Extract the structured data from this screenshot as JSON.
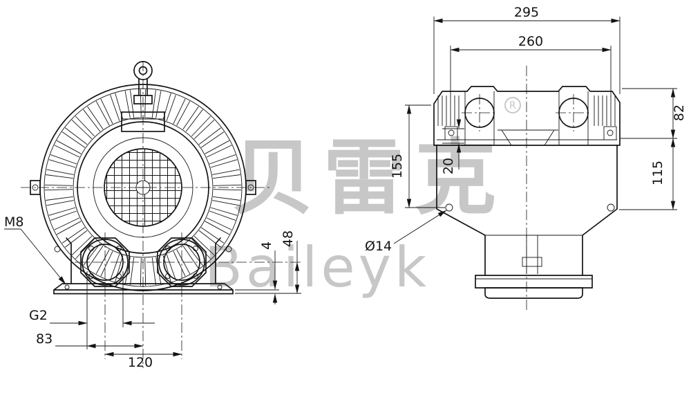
{
  "watermark": {
    "cjk": "贝雷克",
    "latin": "Baileyk",
    "registered": "R"
  },
  "dimensions": {
    "m8": "M8",
    "g2": "G2",
    "d83": "83",
    "d120": "120",
    "d48": "48",
    "d4": "4",
    "d295": "295",
    "d260": "260",
    "d82": "82",
    "d115": "115",
    "d155": "155",
    "d20": "20",
    "dia14": "Ø14"
  }
}
